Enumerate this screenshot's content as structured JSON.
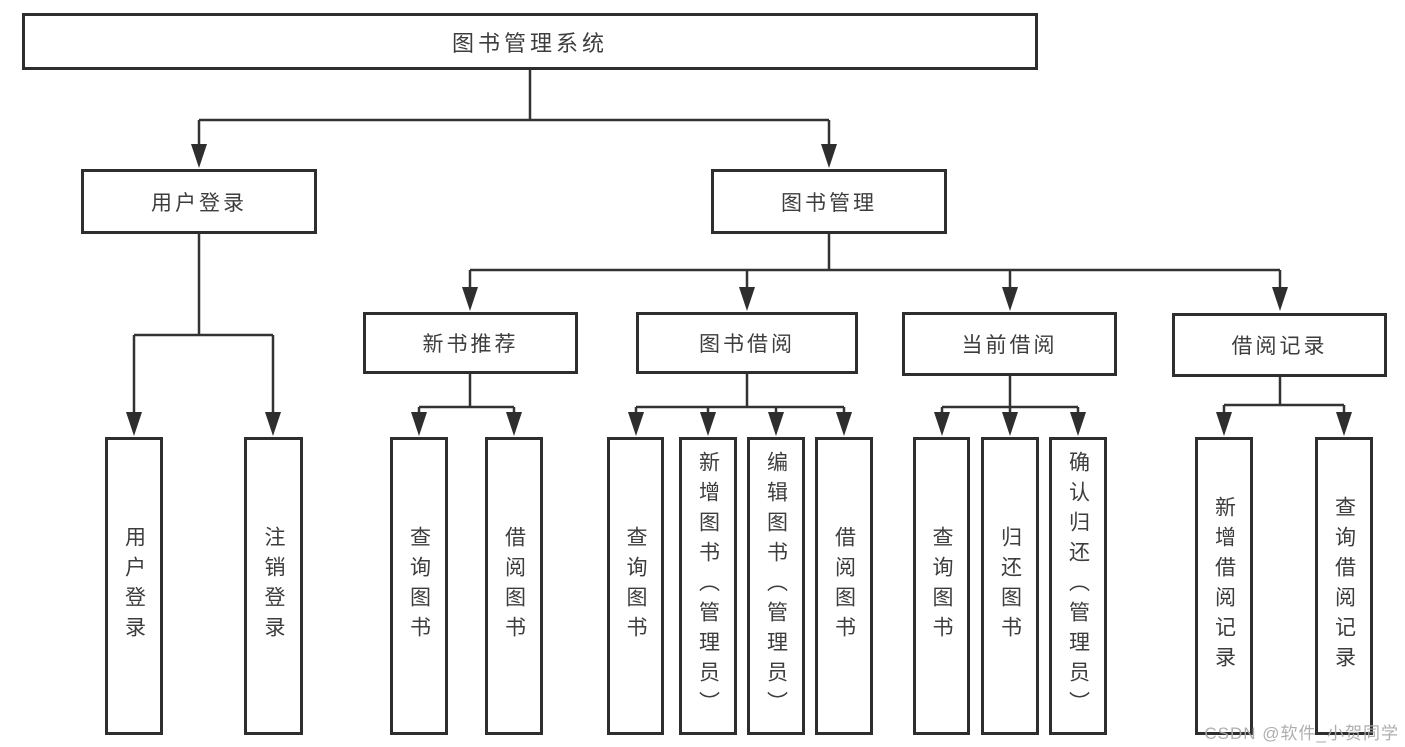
{
  "root": {
    "label": "图书管理系统"
  },
  "level2": {
    "user_login": "用户登录",
    "book_mgmt": "图书管理"
  },
  "level3": {
    "new_books": "新书推荐",
    "book_borrow": "图书借阅",
    "current_borrow": "当前借阅",
    "borrow_records": "借阅记录"
  },
  "leaves": {
    "user_login": [
      "用户登录",
      "注销登录"
    ],
    "new_books": [
      "查询图书",
      "借阅图书"
    ],
    "book_borrow": [
      "查询图书",
      "新增图书（管理员）",
      "编辑图书（管理员）",
      "借阅图书"
    ],
    "current_borrow": [
      "查询图书",
      "归还图书",
      "确认归还（管理员）"
    ],
    "borrow_records": [
      "新增借阅记录",
      "查询借阅记录"
    ]
  },
  "watermark": "CSDN @软件_小贺同学",
  "colors": {
    "line": "#333333",
    "border": "#2e2e2e",
    "text": "#3d3d3d",
    "watermark": "#aaaaaa",
    "background": "#ffffff"
  }
}
